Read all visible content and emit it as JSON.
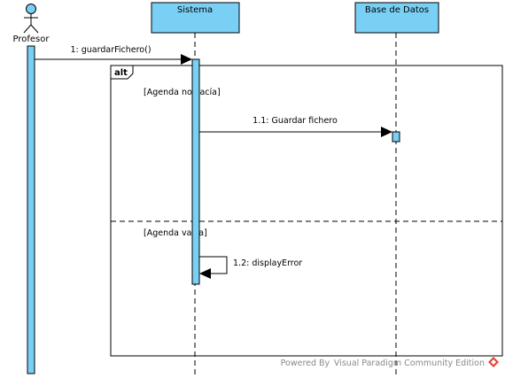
{
  "participants": {
    "actor": {
      "name": "Profesor"
    },
    "sistema": {
      "name": "Sistema"
    },
    "base_datos": {
      "name": "Base de Datos"
    }
  },
  "messages": {
    "m1": "1: guardarFichero()",
    "m1_1": "1.1: Guardar fichero",
    "m1_2": "1.2: displayError"
  },
  "fragment": {
    "operator": "alt",
    "guard1": "[Agenda no vacía]",
    "guard2": "[Agenda vacía]"
  },
  "watermark": "Powered By Visual Paradigm Community Edition",
  "colors": {
    "participant_fill": "#7ACFF5",
    "activation_fill": "#7ACFF5",
    "stroke": "#000000",
    "watermark": "#8a8a8a",
    "logo_red": "#e0453a"
  }
}
